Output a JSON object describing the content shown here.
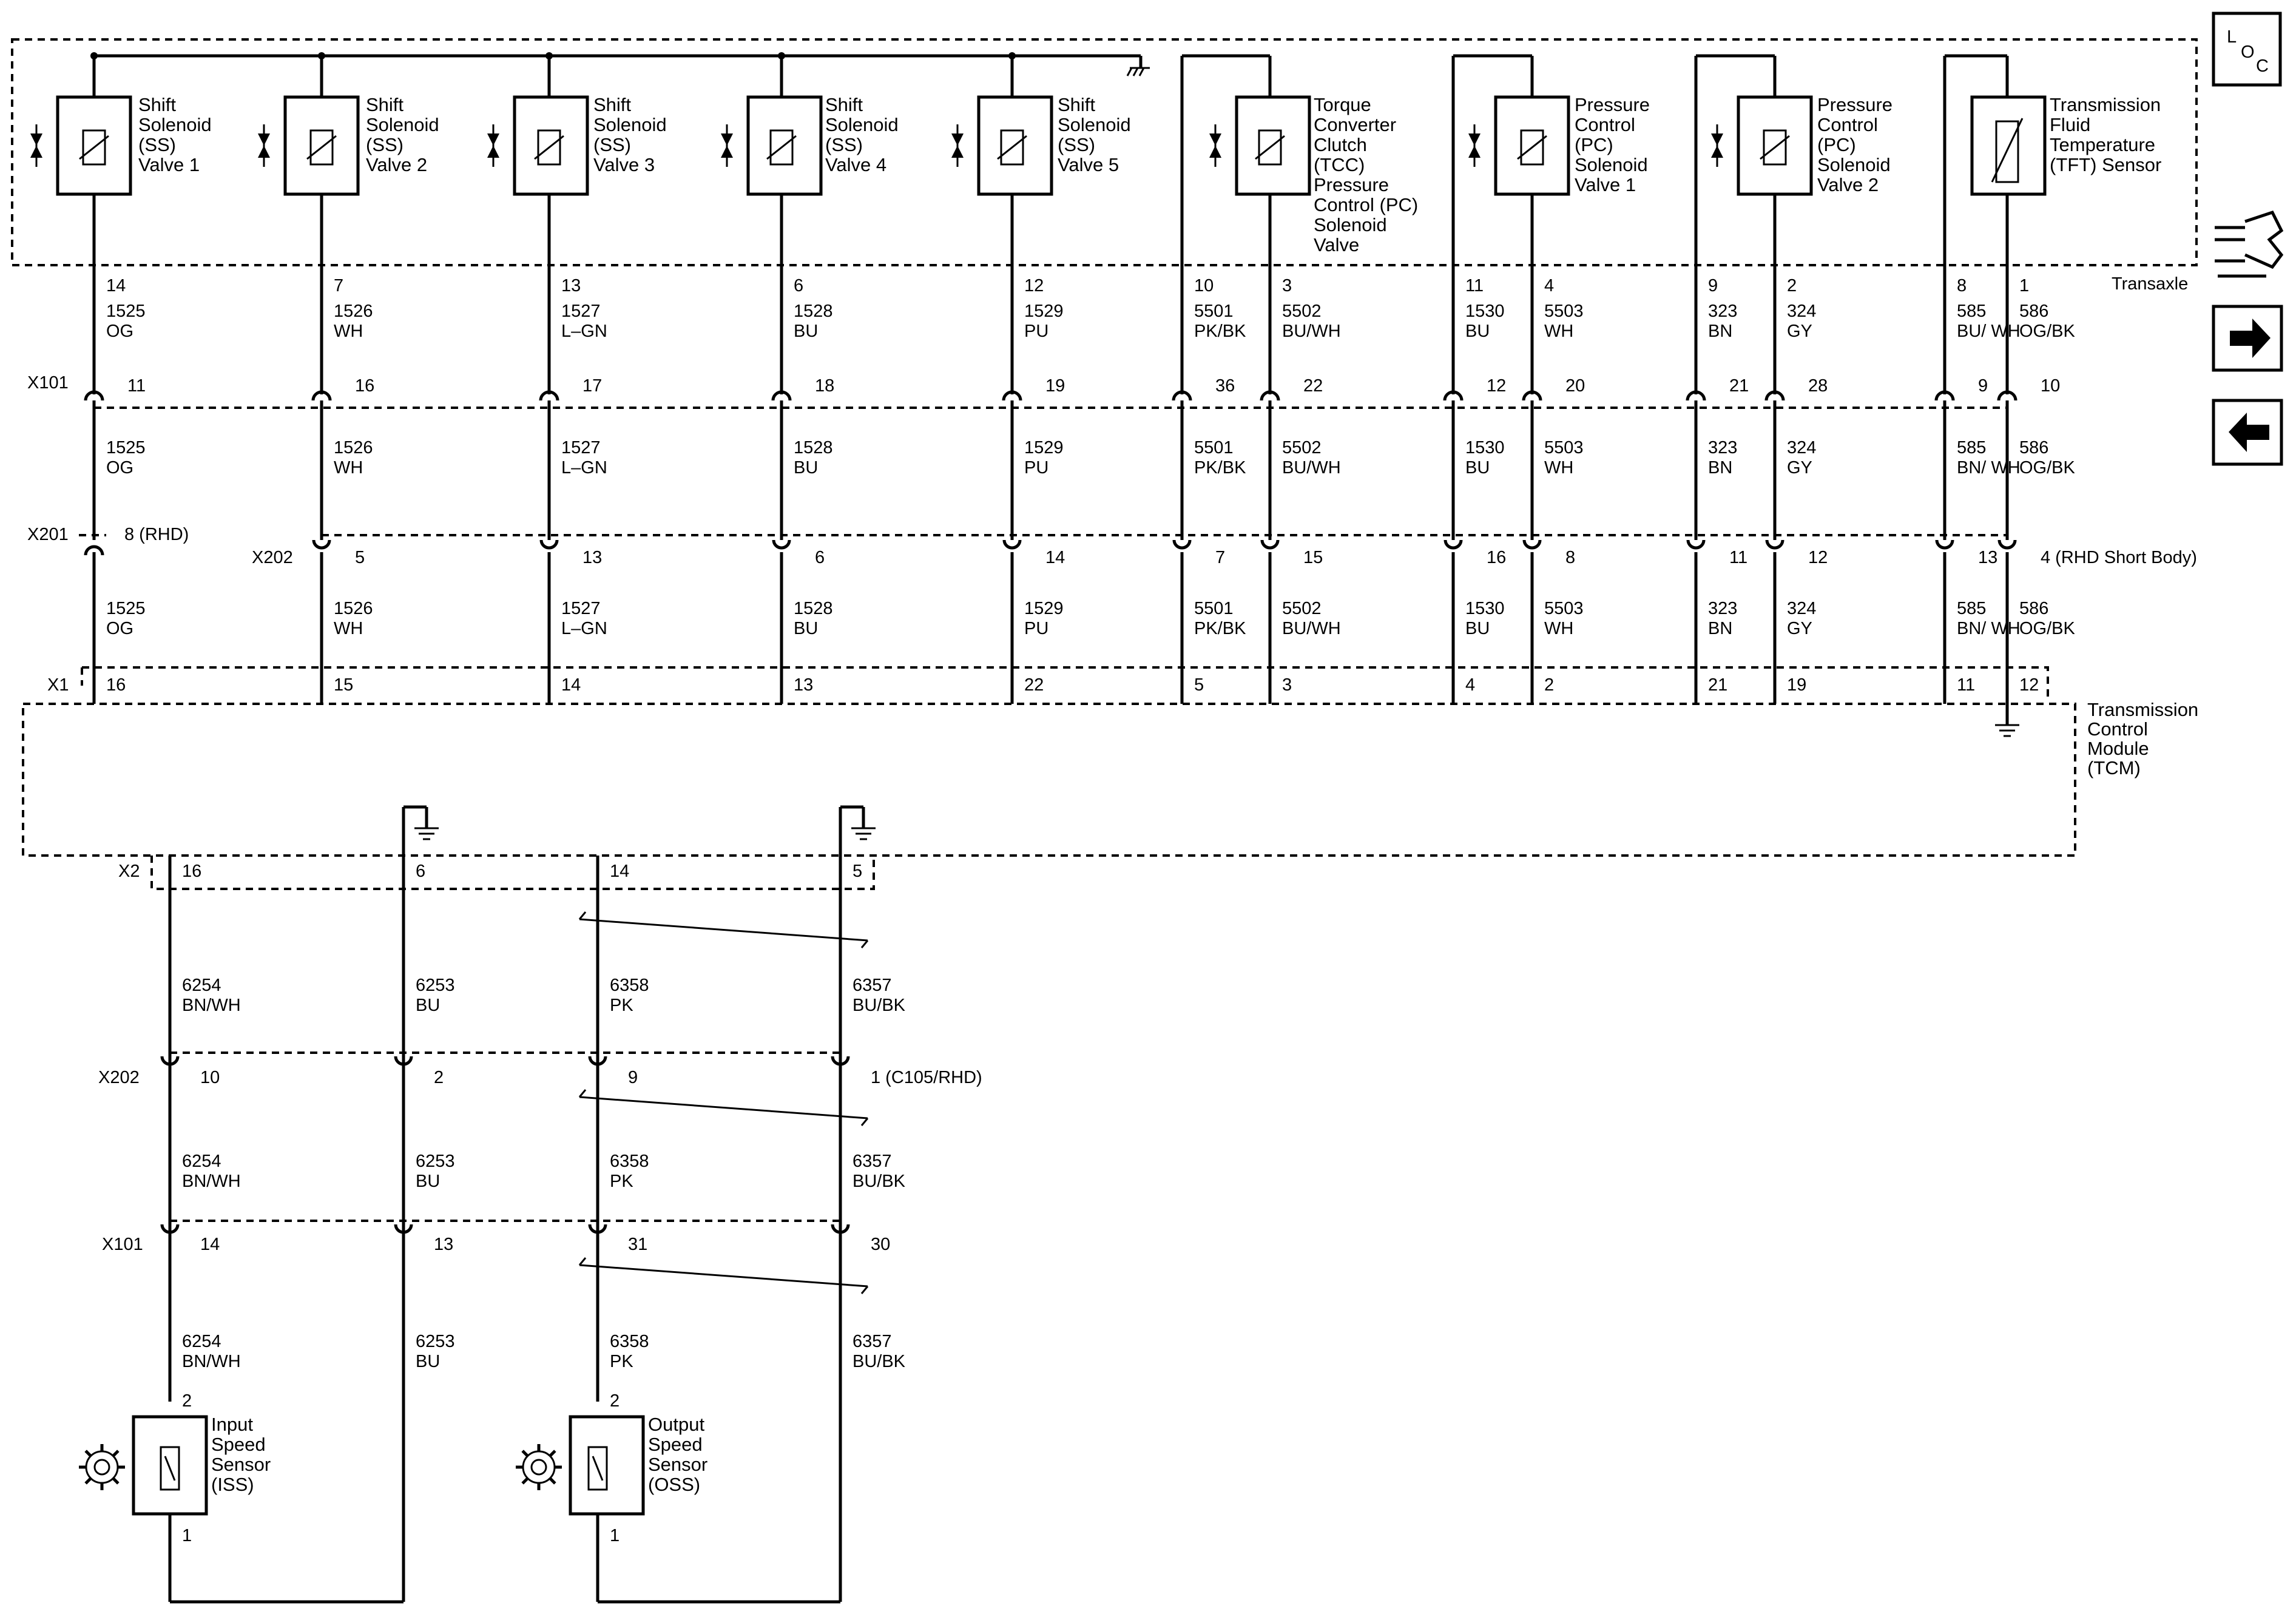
{
  "transaxle": {
    "label": "Transaxle",
    "solenoids": [
      {
        "name": [
          "Shift",
          "Solenoid",
          "(SS)",
          "Valve 1"
        ]
      },
      {
        "name": [
          "Shift",
          "Solenoid",
          "(SS)",
          "Valve 2"
        ]
      },
      {
        "name": [
          "Shift",
          "Solenoid",
          "(SS)",
          "Valve 3"
        ]
      },
      {
        "name": [
          "Shift",
          "Solenoid",
          "(SS)",
          "Valve 4"
        ]
      },
      {
        "name": [
          "Shift",
          "Solenoid",
          "(SS)",
          "Valve 5"
        ]
      },
      {
        "name": [
          "Torque",
          "Converter",
          "Clutch",
          "(TCC)",
          "Pressure",
          "Control (PC)",
          "Solenoid",
          "Valve"
        ]
      },
      {
        "name": [
          "Pressure",
          "Control",
          "(PC)",
          "Solenoid",
          "Valve 1"
        ]
      },
      {
        "name": [
          "Pressure",
          "Control",
          "(PC)",
          "Solenoid",
          "Valve 2"
        ]
      },
      {
        "name": [
          "Transmission",
          "Fluid",
          "Temperature",
          "(TFT) Sensor"
        ]
      }
    ]
  },
  "upper_wires": [
    {
      "pin": "14",
      "circuit": "1525",
      "color": "OG",
      "x101": "11",
      "x201": "8 (RHD)",
      "x202": "",
      "x1": "16"
    },
    {
      "pin": "7",
      "circuit": "1526",
      "color": "WH",
      "x101": "16",
      "x202": "5",
      "x1": "15"
    },
    {
      "pin": "13",
      "circuit": "1527",
      "color": "L–GN",
      "x101": "17",
      "x202": "13",
      "x1": "14"
    },
    {
      "pin": "6",
      "circuit": "1528",
      "color": "BU",
      "x101": "18",
      "x202": "6",
      "x1": "13"
    },
    {
      "pin": "12",
      "circuit": "1529",
      "color": "PU",
      "x101": "19",
      "x202": "14",
      "x1": "22"
    },
    {
      "pin": "10",
      "circuit": "5501",
      "color": "PK/BK",
      "x101": "36",
      "x202": "7",
      "x1": "5"
    },
    {
      "pin": "3",
      "circuit": "5502",
      "color": "BU/WH",
      "x101": "22",
      "x202": "15",
      "x1": "3"
    },
    {
      "pin": "11",
      "circuit": "1530",
      "color": "BU",
      "x101": "12",
      "x202": "16",
      "x1": "4"
    },
    {
      "pin": "4",
      "circuit": "5503",
      "color": "WH",
      "x101": "20",
      "x202": "8",
      "x1": "2"
    },
    {
      "pin": "9",
      "circuit": "323",
      "color": "BN",
      "x101": "21",
      "x202": "11",
      "x1": "21"
    },
    {
      "pin": "2",
      "circuit": "324",
      "color": "GY",
      "x101": "28",
      "x202": "12",
      "x1": "19"
    },
    {
      "pin": "8",
      "circuit": "585",
      "color": "BU/\nWH",
      "color2": "BN/\nWH",
      "x101": "9",
      "x202": "13",
      "x1": "11"
    },
    {
      "pin": "1",
      "circuit": "586",
      "color": "OG/BK",
      "x101": "10",
      "x202": "4 (RHD Short Body)",
      "x1": "12"
    }
  ],
  "connectors": {
    "x101": "X101",
    "x201": "X201",
    "x202": "X202",
    "x1": "X1",
    "x2": "X2"
  },
  "tcm": {
    "name": [
      "Transmission",
      "Control",
      "Module",
      "(TCM)"
    ]
  },
  "lower_wires": [
    {
      "x2": "16",
      "circuit": "6254",
      "color": "BN/WH",
      "x202": "10",
      "x101": "14",
      "sensor_pin": "2"
    },
    {
      "x2": "6",
      "circuit": "6253",
      "color": "BU",
      "x202": "2",
      "x101": "13"
    },
    {
      "x2": "14",
      "circuit": "6358",
      "color": "PK",
      "x202": "9",
      "x101": "31",
      "sensor_pin": "2"
    },
    {
      "x2": "5",
      "circuit": "6357",
      "color": "BU/BK",
      "x202": "1 (C105/RHD)",
      "x101": "30"
    }
  ],
  "sensors": [
    {
      "name": [
        "Input",
        "Speed",
        "Sensor",
        "(ISS)"
      ],
      "pin_top": "2",
      "pin_bottom": "1"
    },
    {
      "name": [
        "Output",
        "Speed",
        "Sensor",
        "(OSS)"
      ],
      "pin_top": "2",
      "pin_bottom": "1"
    }
  ],
  "nav": {
    "loc_l": "L",
    "loc_o": "O",
    "loc_c": "C"
  }
}
